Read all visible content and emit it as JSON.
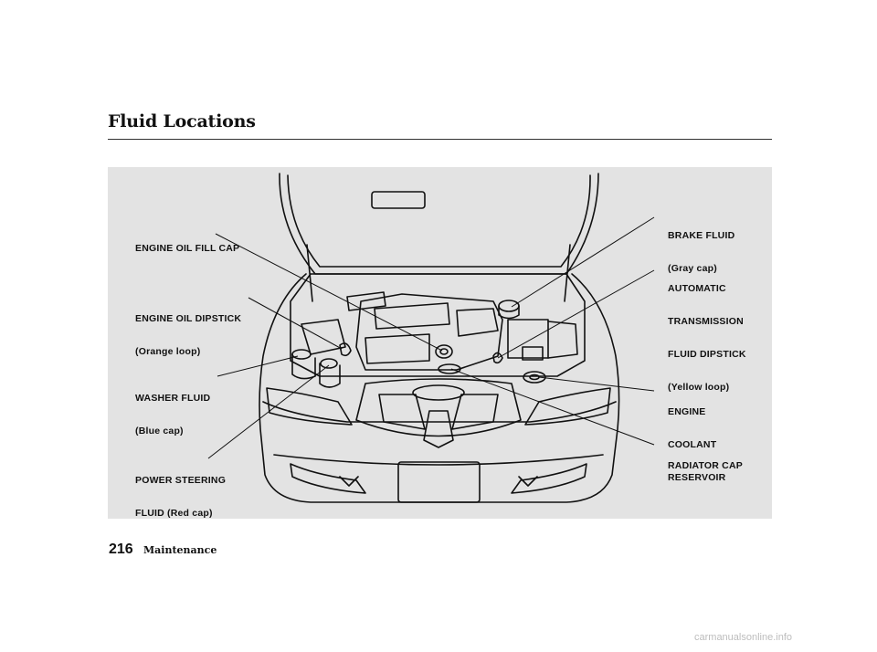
{
  "page": {
    "title": "Fluid Locations",
    "page_number": "216",
    "section": "Maintenance",
    "footer": "carmanualsonline.info"
  },
  "labels": {
    "engine_oil_fill_cap": "ENGINE OIL FILL CAP",
    "engine_oil_dipstick": "ENGINE OIL DIPSTICK",
    "engine_oil_dipstick_note": "(Orange loop)",
    "washer_fluid": "WASHER FLUID",
    "washer_fluid_note": "(Blue cap)",
    "power_steering_1": "POWER STEERING",
    "power_steering_2": "FLUID (Red cap)",
    "brake_fluid": "BRAKE FLUID",
    "brake_fluid_note": "(Gray cap)",
    "atf_1": "AUTOMATIC",
    "atf_2": "TRANSMISSION",
    "atf_3": "FLUID DIPSTICK",
    "atf_note": "(Yellow loop)",
    "coolant_1": "ENGINE",
    "coolant_2": "COOLANT",
    "coolant_3": "RESERVOIR",
    "radiator_cap": "RADIATOR CAP"
  }
}
